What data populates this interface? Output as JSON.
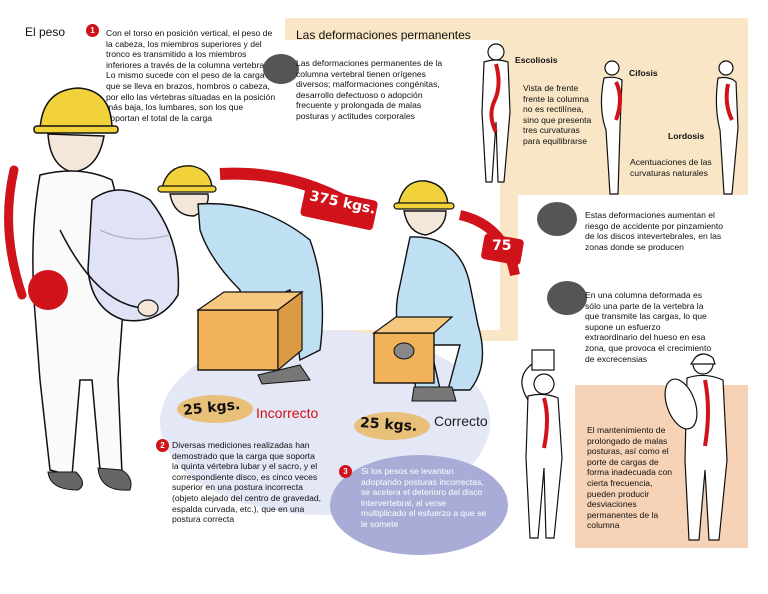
{
  "left": {
    "title": "El peso",
    "badge": "1",
    "text": "Con el torso en posición vertical, el peso de la cabeza, los miembros superiores y del tronco es transmitido a los miembros inferiores a través de la columna vertebral. Lo mismo sucede con el peso de la carga que se lleva en brazos, hombros o cabeza, por ello las vértebras situadas en la posición más baja, los lumbares, son los que soportan el total de la carga"
  },
  "center": {
    "load_incorrect": "375 kgs.",
    "load_correct": "75",
    "box_incorrect": "25 kgs.",
    "box_correct": "25 kgs.",
    "label_incorrect": "Incorrecto",
    "label_correct": "Correcto",
    "note2_badge": "2",
    "note2_text": "Diversas mediciones realizadas han demostrado que la carga que soporta la quinta vértebra lubar y el sacro, y el correspondiente disco, es cinco veces superior en una postura incorrecta (objeto alejado del centro de gravedad, espalda curvada, etc.), que en una postura correcta",
    "note3_badge": "3",
    "note3_text": "Si los pesos se levantan adoptando posturas incorrectas, se acelera el deterioro del disco intervertebral, al verse multiplicado el esfuerzo a que se le somete"
  },
  "right": {
    "title": "Las deformaciones permanentes",
    "intro": "Las deformaciones permanentes de la columna vertebral tienen orígenes diversos; malformaciones congénitas, desarrollo defectuoso o adopción frecuente y prolongada de malas posturas y actitudes corporales",
    "escoliosis_label": "Escoliosis",
    "escoliosis_text": "Vista de frente frente la columna no es rectilínea, sino que presenta tres curvaturas para equilibrarse",
    "cifosis_label": "Cifosis",
    "lordosis_label": "Lordosis",
    "curvas_text": "Acentuaciones de las curvaturas naturales",
    "risk_text": "Estas deformaciones aumentan el riesgo de accidente por pinzamiento de los discos intevertebrales, en las zonas donde se producen",
    "deformed_text": "En una columna deformada es sólo una parte de la vertebra la que transmite las cargas, lo que supone un esfuerzo extraordinario del hueso en esa zona, que provoca el crecimiento de excrecensias",
    "maint_text": "El mantenimiento de prolongado de malas posturas, así como el porte de cargas de forma inadecuada con cierta frecuencia, pueden producir desviaciones permanentes de la columna"
  },
  "colors": {
    "red": "#d0121b",
    "cream": "#f8e6c6",
    "peach": "#f6d3b6",
    "oval_blue": "#a9acd6",
    "ground_blue": "#e3e7f6",
    "overalls": "#bfe0f3",
    "helmet": "#f2d23a",
    "box": "#f2b25a"
  }
}
